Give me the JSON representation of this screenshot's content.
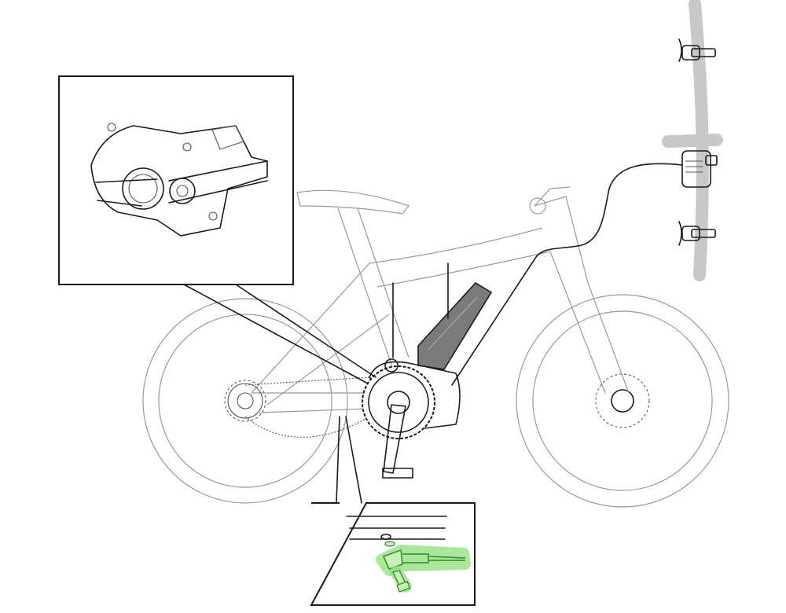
{
  "diagram": {
    "colors": {
      "line": "#1a1a1a",
      "frame_outline": "#b5b5b5",
      "handlebar": "#c8c8c8",
      "battery": "#7a7a7a",
      "highlight": "#8ee07a",
      "highlight_stroke": "#2f8a2a"
    },
    "components": [
      "rear-wheel",
      "front-wheel",
      "frame",
      "battery",
      "drive-unit",
      "crankset",
      "chain",
      "handlebar",
      "shifter-switches",
      "cable",
      "motor-detail-inset",
      "sensor-detail-inset"
    ],
    "highlighted_parts": [
      "speed-sensor",
      "sensor-bolt"
    ]
  }
}
